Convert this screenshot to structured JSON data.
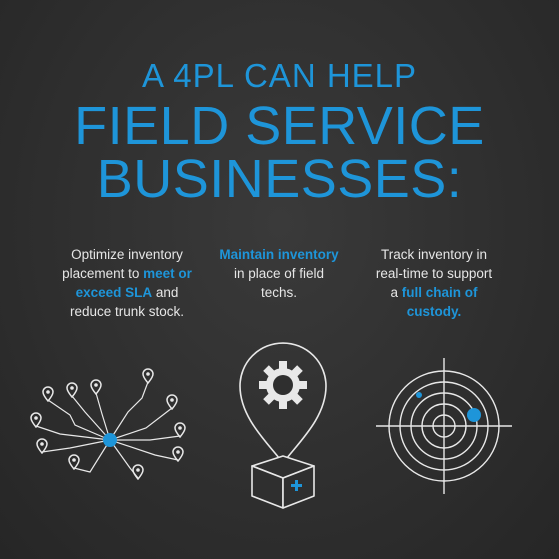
{
  "headline": {
    "line1": "A 4PL CAN HELP",
    "line2": "FIELD SERVICE",
    "line3": "BUSINESSES:"
  },
  "columns": [
    {
      "pre": "Optimize inventory placement to ",
      "highlight": "meet or exceed SLA",
      "post": " and reduce trunk stock.",
      "icon": "network-hub-pins-icon"
    },
    {
      "pre": "",
      "highlight": "Maintain inventory",
      "post": " in place of field techs.",
      "icon": "location-gear-box-icon"
    },
    {
      "pre": "Track inventory in real-time to support a ",
      "highlight": "full chain of custody.",
      "post": "",
      "icon": "radar-icon"
    }
  ],
  "colors": {
    "accent": "#1e95d9",
    "text": "#e6e6e6",
    "background": "#2f2f2f",
    "line": "#e8e8e8"
  }
}
